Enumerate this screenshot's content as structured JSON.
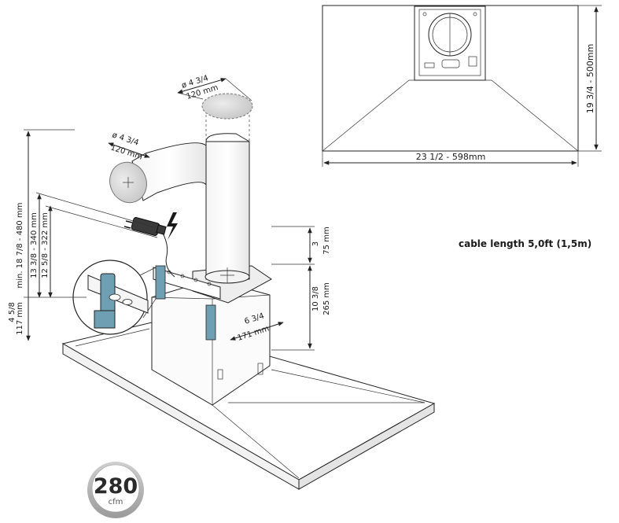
{
  "top_view": {
    "width_label": "23 1/2 - 598mm",
    "depth_label": "19 3/4 - 500mm"
  },
  "duct": {
    "top_dia_label": "ø 4 3/4",
    "top_mm_label": "120 mm",
    "side_dia_label": "ø 4 3/4",
    "side_mm_label": "120 mm"
  },
  "heights": {
    "overall_label": "min. 18 7/8 - 480 mm",
    "mid_outer_label": "13 3/8 - 340 mm",
    "mid_inner_label": "12 5/8 - 322 mm",
    "hood_label": "4 5/8",
    "hood_mm_label": "117 mm"
  },
  "chimney": {
    "top_in_label": "3",
    "top_mm_label": "75 mm",
    "body_in_label": "10 3/8",
    "body_mm_label": "265 mm",
    "width_in_label": "6 3/4",
    "width_mm_label": "171 mm"
  },
  "cable_text": "cable length 5,0ft (1,5m)",
  "badge": {
    "value": "280",
    "unit": "cfm"
  },
  "colors": {
    "bracket": "#6f9fb3",
    "badge_ring": "#b8b8b8",
    "duct_fill": "#d9d9d9"
  }
}
